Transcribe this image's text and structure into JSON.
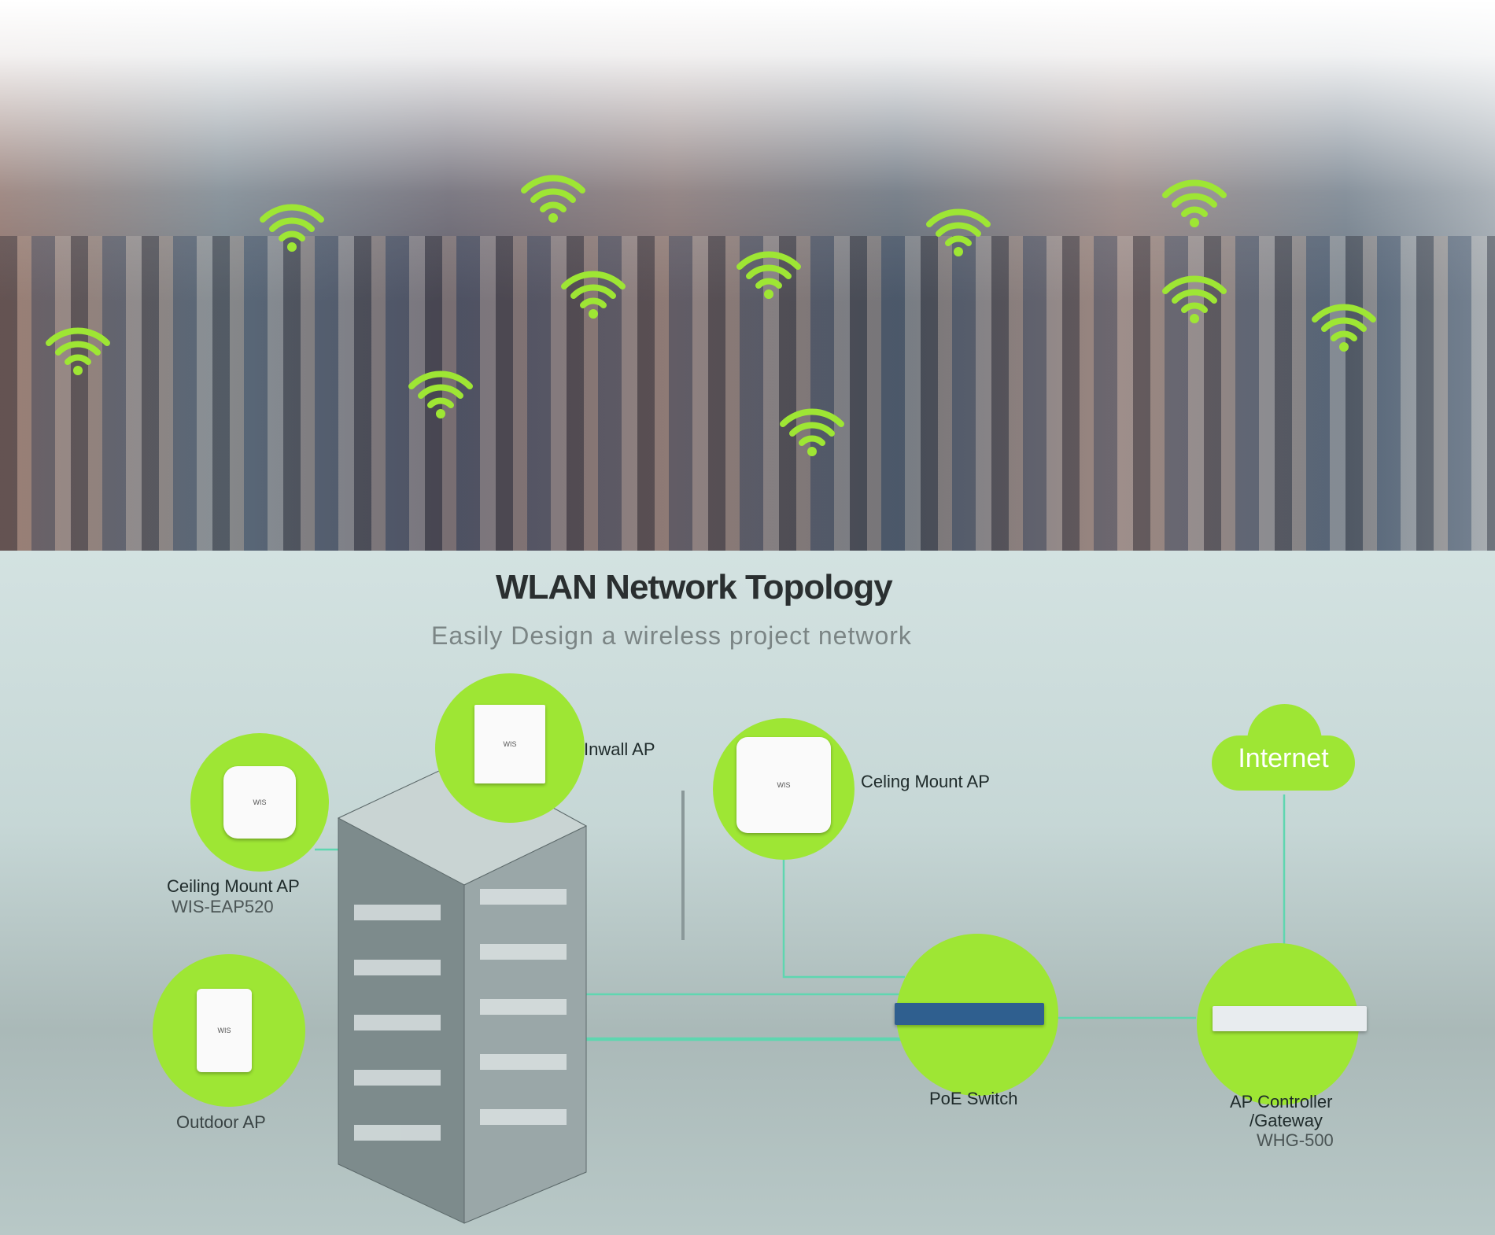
{
  "title": "WLAN Network Topology",
  "subtitle": "Easily Design a wireless project network",
  "nodes": {
    "ceiling_ap": {
      "label": "Ceiling Mount AP",
      "model": "WIS-EAP520"
    },
    "inwall_ap": {
      "label": "Inwall AP"
    },
    "ceiling_ap2": {
      "label": "Celing Mount AP"
    },
    "internet": {
      "label": "Internet"
    },
    "outdoor_ap": {
      "label": "Outdoor AP"
    },
    "poe_switch": {
      "label": "PoE Switch"
    },
    "controller": {
      "label": "AP Controller",
      "label2": "/Gateway",
      "model": "WHG-500"
    }
  },
  "device_logo": "WIS",
  "colors": {
    "accent": "#9ee634",
    "link": "#5fd6b0"
  }
}
